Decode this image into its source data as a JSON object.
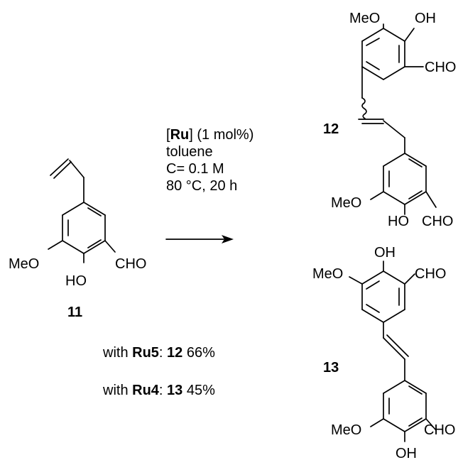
{
  "reaction": {
    "catalyst": "Ru",
    "catalyst_loading": " (1 mol%)",
    "solvent": "toluene",
    "concentration": "C= 0.1 M",
    "conditions": "80 °C, 20 h"
  },
  "compounds": {
    "c11": {
      "number": "11",
      "labels": {
        "meo": "MeO",
        "ho": "HO",
        "cho": "CHO"
      }
    },
    "c12": {
      "number": "12",
      "labels": {
        "meo_top": "MeO",
        "oh_top": "OH",
        "cho_top": "CHO",
        "meo_bottom": "MeO",
        "ho_bottom": "HO",
        "cho_bottom": "CHO"
      }
    },
    "c13": {
      "number": "13",
      "labels": {
        "oh_top": "OH",
        "meo_top": "MeO",
        "cho_top": "CHO",
        "meo_bottom": "MeO",
        "cho_bottom": "CHO",
        "oh_bottom": "OH"
      }
    }
  },
  "results": [
    {
      "prefix": "with ",
      "catalyst": "Ru5",
      "product": "12",
      "yield": "66%"
    },
    {
      "prefix": "with ",
      "catalyst": "Ru4",
      "product": "13",
      "yield": "45%"
    }
  ]
}
